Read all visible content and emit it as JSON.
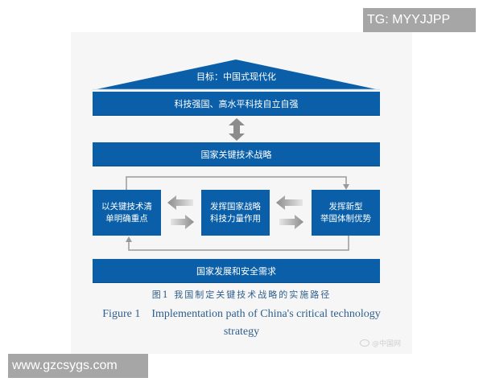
{
  "diagram": {
    "roof_label": "目标：中国式现代化",
    "bars": [
      {
        "label": "科技强国、高水平科技自立自强"
      },
      {
        "label": "国家关键技术战略"
      },
      {
        "label": "国家发展和安全需求"
      }
    ],
    "boxes": [
      {
        "line1": "以关键技术清",
        "line2": "单明确重点"
      },
      {
        "line1": "发挥国家战略",
        "line2": "科技力量作用"
      },
      {
        "line1": "发挥新型",
        "line2": "举国体制优势"
      }
    ],
    "colors": {
      "primary_blue": "#0a5fa8",
      "arrow_gray": "#8c8c8c",
      "caption_blue": "#2f5f8c",
      "panel_bg": "#f6f6f6"
    }
  },
  "caption": {
    "cn": "图1  我国制定关键技术战略的实施路径",
    "en_line1": "Figure 1    Implementation path of China's critical technology",
    "en_line2": "strategy"
  },
  "source_mark": {
    "icon": "weibo-icon",
    "text": "@中国网"
  },
  "watermarks": {
    "top_right": "TG: MYYJJPP",
    "bottom_left": "www.gzcsygs.com"
  }
}
